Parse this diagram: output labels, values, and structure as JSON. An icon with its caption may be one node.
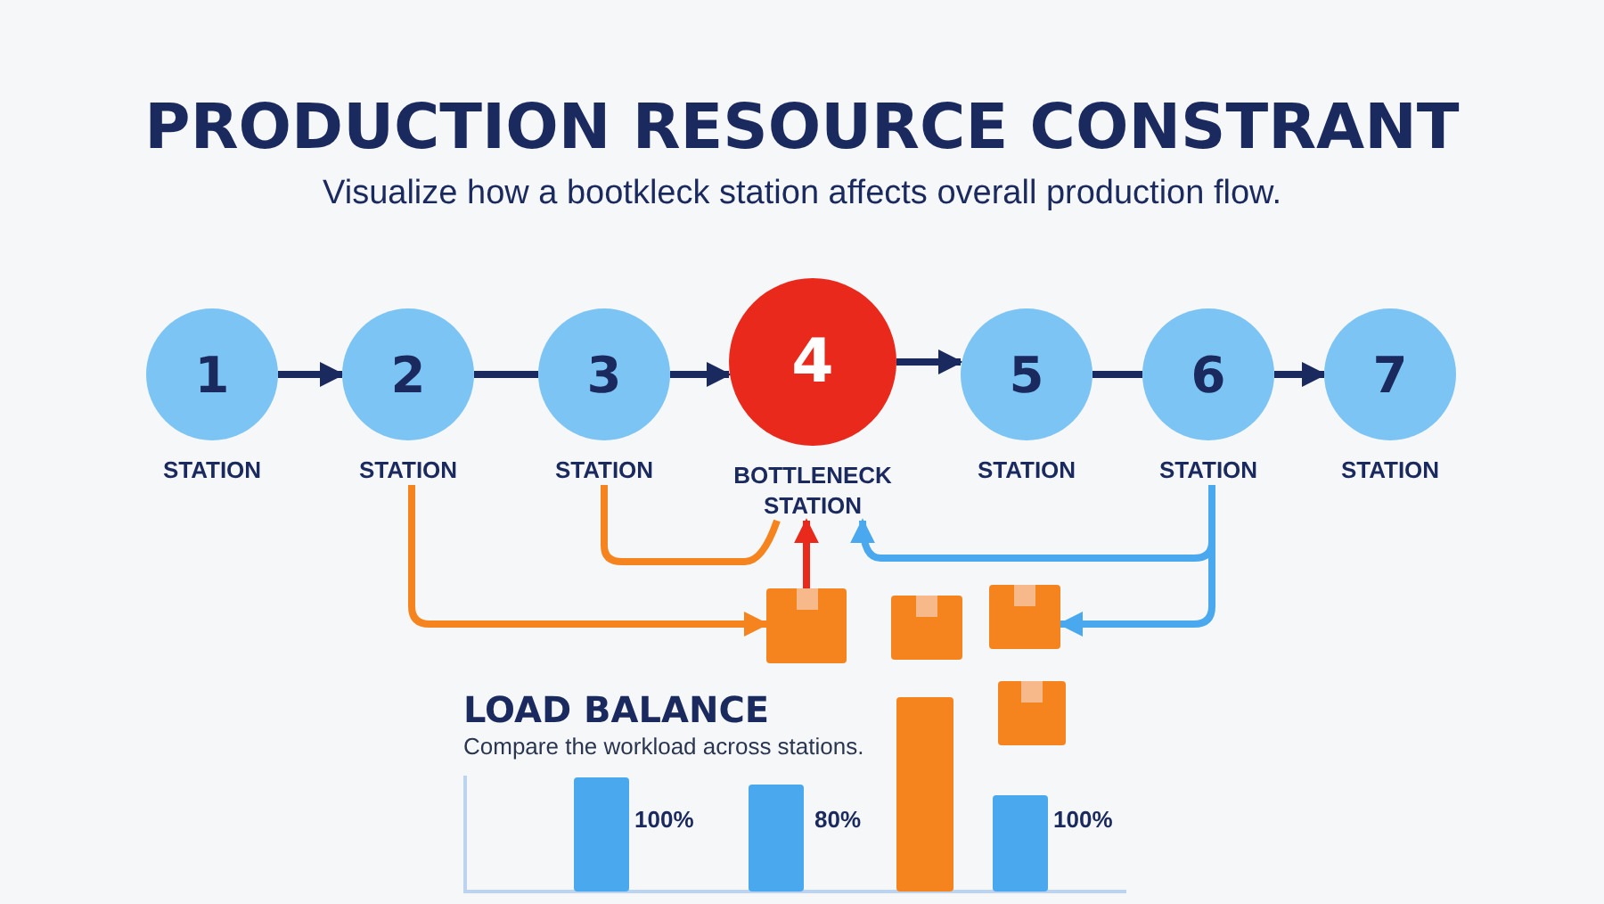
{
  "diagram": {
    "title": "PRODUCTION RESOURCE CONSTRANT",
    "nodes": [
      {
        "text": [
          "1",
          "STATION"
        ]
      },
      {
        "text": [
          "2",
          "STATION"
        ]
      },
      {
        "text": [
          "3",
          "STATION"
        ]
      },
      {
        "text": [
          "4",
          "BOTTLENECK STATION"
        ]
      },
      {
        "text": [
          "5",
          "STATION"
        ]
      },
      {
        "text": [
          "6",
          "STATION"
        ]
      },
      {
        "text": [
          "7",
          "STATION"
        ]
      },
      {
        "text": [],
        "shape": "box"
      },
      {
        "text": [],
        "shape": "box"
      },
      {
        "text": [],
        "shape": "box"
      },
      {
        "text": [],
        "shape": "box"
      }
    ],
    "edges": [
      {
        "from": 0,
        "to": 1,
        "arrow": "to"
      },
      {
        "from": 1,
        "to": 2,
        "arrow": "none"
      },
      {
        "from": 2,
        "to": 3,
        "arrow": "to"
      },
      {
        "from": 3,
        "to": 4,
        "arrow": "to"
      },
      {
        "from": 4,
        "to": 5,
        "arrow": "none"
      },
      {
        "from": 5,
        "to": 6,
        "arrow": "to"
      },
      {
        "from": 1,
        "to": 7,
        "arrow": "to",
        "color": "#f5841f"
      },
      {
        "from": 2,
        "to": 3,
        "arrow": "none",
        "color": "#f5841f"
      },
      {
        "from": 7,
        "to": 3,
        "arrow": "to",
        "color": "#e8291c"
      },
      {
        "from": 5,
        "to": 3,
        "arrow": "to",
        "color": "#4aa8ee"
      },
      {
        "from": 5,
        "to": 9,
        "arrow": "to",
        "color": "#4aa8ee"
      }
    ],
    "labels": [
      "Visualize how a bootkleck station affects overall production flow.",
      "LOAD BALANCE",
      "Compare the workload across stations.",
      "100%",
      "80%",
      "100%"
    ]
  }
}
